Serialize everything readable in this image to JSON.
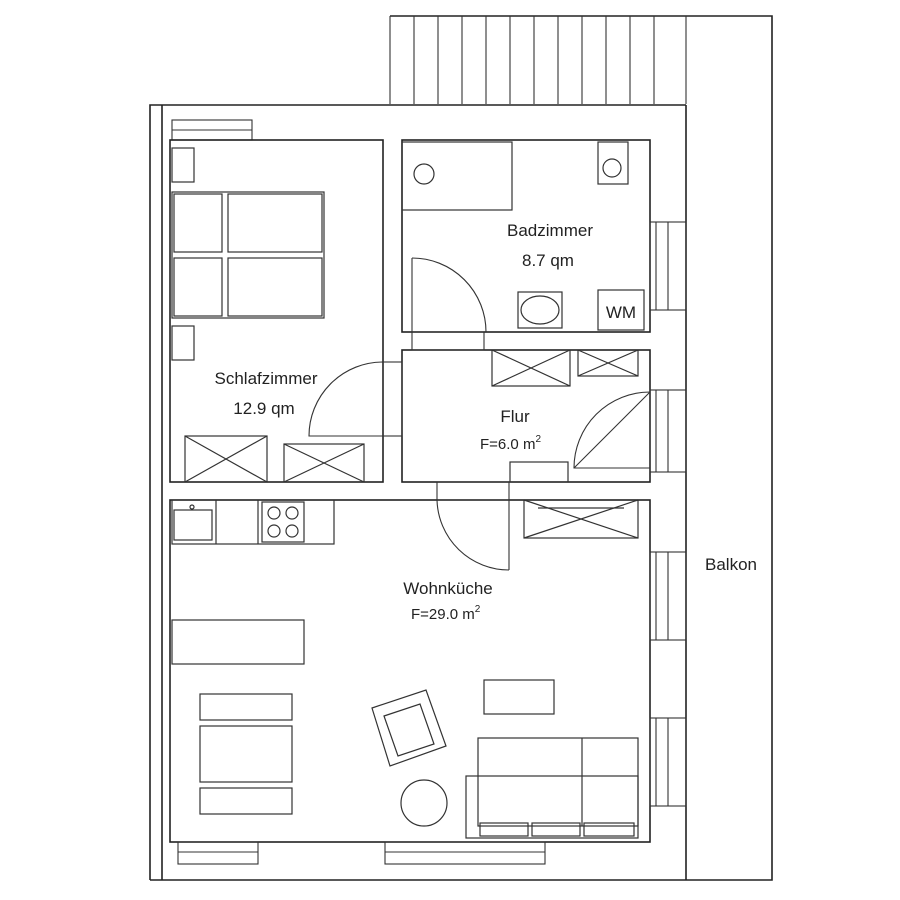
{
  "rooms": {
    "bath": {
      "name": "Badzimmer",
      "area": "8.7 qm"
    },
    "bedroom": {
      "name": "Schlafzimmer",
      "area": "12.9 qm"
    },
    "hall": {
      "name": "Flur",
      "area": "F=6.0 m",
      "area_sup": "2"
    },
    "living": {
      "name": "Wohnküche",
      "area": "F=29.0 m",
      "area_sup": "2"
    },
    "balcony": {
      "name": "Balkon"
    }
  },
  "fixtures": {
    "washing_machine": "WM"
  }
}
